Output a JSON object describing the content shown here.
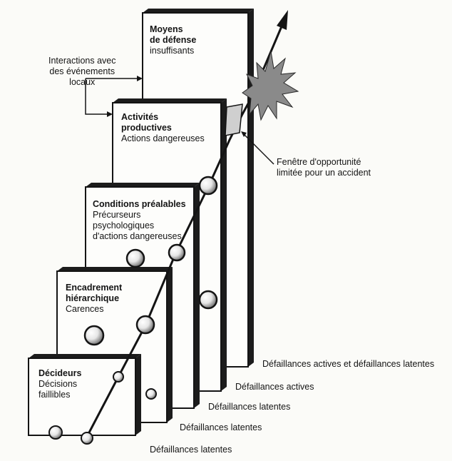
{
  "layers": [
    {
      "title1": "Moyens",
      "title2": "de défense",
      "sub": [
        "insuffisants"
      ]
    },
    {
      "title1": "Activités",
      "title2": "productives",
      "sub": [
        "Actions dangereuses"
      ]
    },
    {
      "title1": "Conditions préalables",
      "title2": "",
      "sub": [
        "Précurseurs",
        "psychologiques",
        "d'actions dangereuses"
      ]
    },
    {
      "title1": "Encadrement",
      "title2": "hiérarchique",
      "sub": [
        "Carences"
      ]
    },
    {
      "title1": "Décideurs",
      "title2": "",
      "sub": [
        "Décisions",
        "faillibles"
      ]
    }
  ],
  "annotations": {
    "local_events": [
      "Interactions avec",
      "des événements",
      "locaux"
    ],
    "window": [
      "Fenêtre d'opportunité",
      "limitée pour un accident"
    ]
  },
  "failures": [
    "Défaillances actives et défaillances latentes",
    "Défaillances actives",
    "Défaillances latentes",
    "Défaillances latentes",
    "Défaillances latentes"
  ]
}
